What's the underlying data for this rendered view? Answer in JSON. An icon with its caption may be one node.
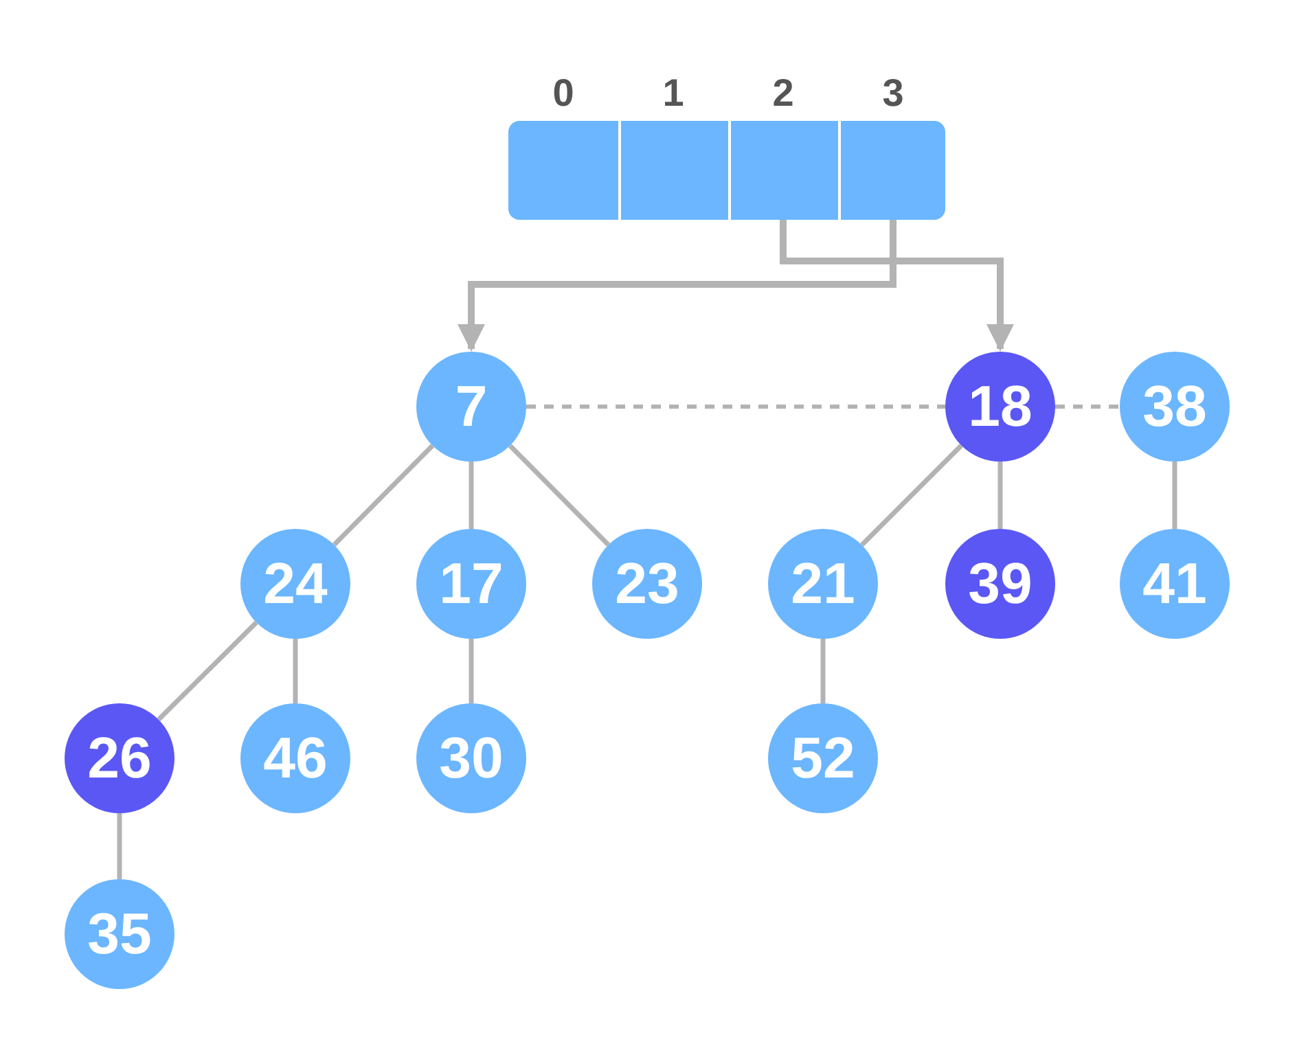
{
  "diagram": {
    "nodes": [
      {
        "text": [],
        "shape": "box",
        "beside": [
          "0"
        ]
      },
      {
        "text": [],
        "shape": "box",
        "beside": [
          "1"
        ]
      },
      {
        "text": [],
        "shape": "box",
        "beside": [
          "2"
        ]
      },
      {
        "text": [],
        "shape": "box",
        "beside": [
          "3"
        ]
      },
      {
        "text": [
          "7"
        ]
      },
      {
        "text": [
          "18"
        ]
      },
      {
        "text": [
          "38"
        ]
      },
      {
        "text": [
          "24"
        ]
      },
      {
        "text": [
          "17"
        ]
      },
      {
        "text": [
          "23"
        ]
      },
      {
        "text": [
          "21"
        ]
      },
      {
        "text": [
          "39"
        ]
      },
      {
        "text": [
          "41"
        ]
      },
      {
        "text": [
          "26"
        ]
      },
      {
        "text": [
          "46"
        ]
      },
      {
        "text": [
          "30"
        ]
      },
      {
        "text": [
          "52"
        ]
      },
      {
        "text": [
          "35"
        ]
      }
    ],
    "edges": [
      {
        "from": 2,
        "to": 5,
        "arrow": "to"
      },
      {
        "from": 3,
        "to": 4,
        "arrow": "to"
      },
      {
        "from": 4,
        "to": 5,
        "arrow": "none",
        "style": "dashed"
      },
      {
        "from": 5,
        "to": 6,
        "arrow": "none",
        "style": "dashed"
      },
      {
        "from": 4,
        "to": 7,
        "arrow": "none"
      },
      {
        "from": 4,
        "to": 8,
        "arrow": "none"
      },
      {
        "from": 4,
        "to": 9,
        "arrow": "none"
      },
      {
        "from": 5,
        "to": 10,
        "arrow": "none"
      },
      {
        "from": 5,
        "to": 11,
        "arrow": "none"
      },
      {
        "from": 6,
        "to": 12,
        "arrow": "none"
      },
      {
        "from": 7,
        "to": 13,
        "arrow": "none"
      },
      {
        "from": 7,
        "to": 14,
        "arrow": "none"
      },
      {
        "from": 8,
        "to": 15,
        "arrow": "none"
      },
      {
        "from": 10,
        "to": 16,
        "arrow": "none"
      },
      {
        "from": 13,
        "to": 17,
        "arrow": "none"
      }
    ]
  }
}
